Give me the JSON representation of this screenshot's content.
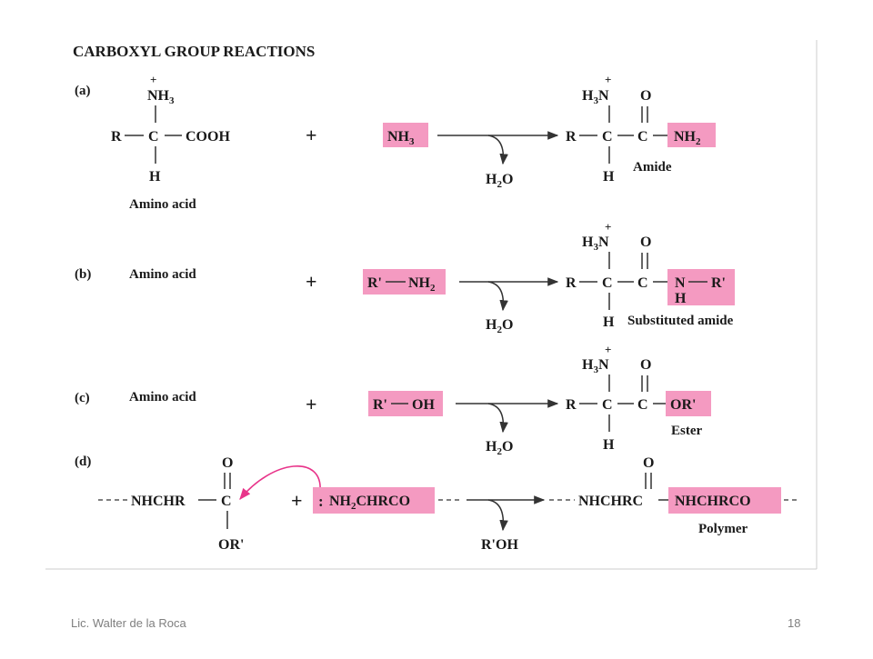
{
  "title": "CARBOXYL GROUP REACTIONS",
  "colors": {
    "highlight": "#f49ac1",
    "text": "#1a1a1a",
    "arrow_d": "#e8348a",
    "footer": "#7f7f7f"
  },
  "footer": {
    "author": "Lic. Walter de la Roca",
    "page": "18"
  },
  "reactions": {
    "a": {
      "tag": "(a)",
      "amino_acid": {
        "plus_charge": "+",
        "top": "NH3",
        "R": "R",
        "C": "C",
        "right": "COOH",
        "bottom": "H",
        "caption": "Amino acid"
      },
      "plus": "+",
      "reagent": "NH3",
      "byproduct": "H2O",
      "product": {
        "charge": "+",
        "top": "H3N",
        "R": "R",
        "C1": "C",
        "C2": "C",
        "O": "O",
        "group": "NH2",
        "bottom": "H",
        "caption": "Amide"
      }
    },
    "b": {
      "tag": "(b)",
      "reactant": "Amino acid",
      "plus": "+",
      "reagent": {
        "left": "R'",
        "right": "NH2"
      },
      "byproduct": "H2O",
      "product": {
        "charge": "+",
        "top": "H3N",
        "R": "R",
        "C1": "C",
        "C2": "C",
        "O": "O",
        "N": "N",
        "H": "H",
        "Rp": "R'",
        "bottom": "H",
        "caption": "Substituted amide"
      }
    },
    "c": {
      "tag": "(c)",
      "reactant": "Amino acid",
      "plus": "+",
      "reagent": {
        "left": "R'",
        "right": "OH"
      },
      "byproduct": "H2O",
      "product": {
        "charge": "+",
        "top": "H3N",
        "R": "R",
        "C1": "C",
        "C2": "C",
        "O": "O",
        "group": "OR'",
        "bottom": "H",
        "caption": "Ester"
      }
    },
    "d": {
      "tag": "(d)",
      "left": {
        "chain": "NHCHR",
        "C": "C",
        "O": "O",
        "bottom": "OR'"
      },
      "plus": "+",
      "lone_pair": ":",
      "reagent": "NH2CHRCO",
      "byproduct": "R'OH",
      "product": {
        "chain": "NHCHRC",
        "O": "O",
        "group": "NHCHRCO",
        "caption": "Polymer"
      }
    }
  }
}
